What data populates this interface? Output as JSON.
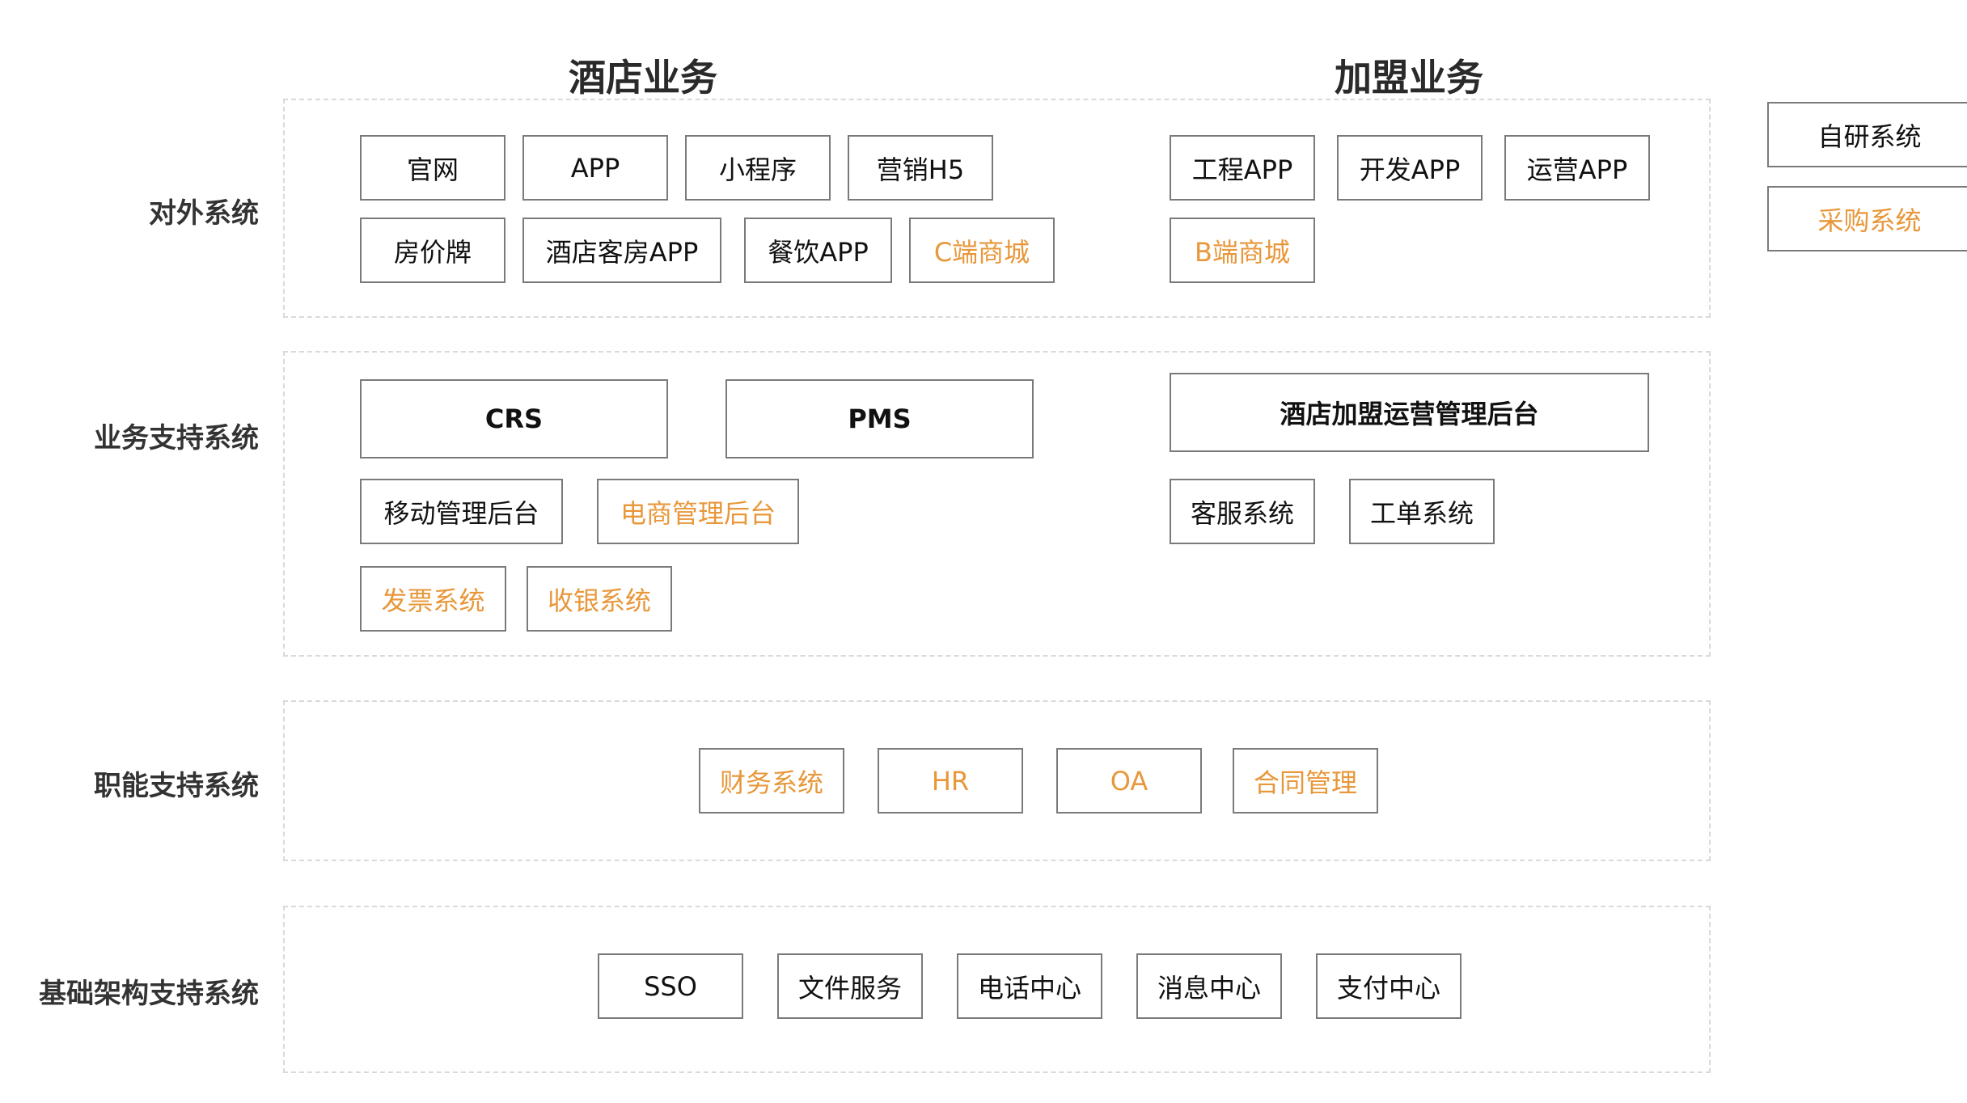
{
  "headers": {
    "hotel": "酒店业务",
    "franchise": "加盟业务"
  },
  "rows": {
    "external": "对外系统",
    "business": "业务支持系统",
    "functional": "职能支持系统",
    "infra": "基础架构支持系统"
  },
  "legend": {
    "self": "自研系统",
    "purchased": "采购系统"
  },
  "colors": {
    "self_built": "#111111",
    "purchased": "#e8973a",
    "border": "#7a7a7a",
    "panel_border": "#d9d9d9"
  },
  "external": {
    "hotel": [
      "官网",
      "APP",
      "小程序",
      "营销H5",
      "房价牌",
      "酒店客房APP",
      "餐饮APP",
      "C端商城"
    ],
    "franchise": [
      "工程APP",
      "开发APP",
      "运营APP",
      "B端商城"
    ]
  },
  "business": {
    "hotel": [
      "CRS",
      "PMS",
      "移动管理后台",
      "电商管理后台",
      "发票系统",
      "收银系统"
    ],
    "franchise": [
      "酒店加盟运营管理后台",
      "客服系统",
      "工单系统"
    ]
  },
  "functional": [
    "财务系统",
    "HR",
    "OA",
    "合同管理"
  ],
  "infra": [
    "SSO",
    "文件服务",
    "电话中心",
    "消息中心",
    "支付中心"
  ]
}
